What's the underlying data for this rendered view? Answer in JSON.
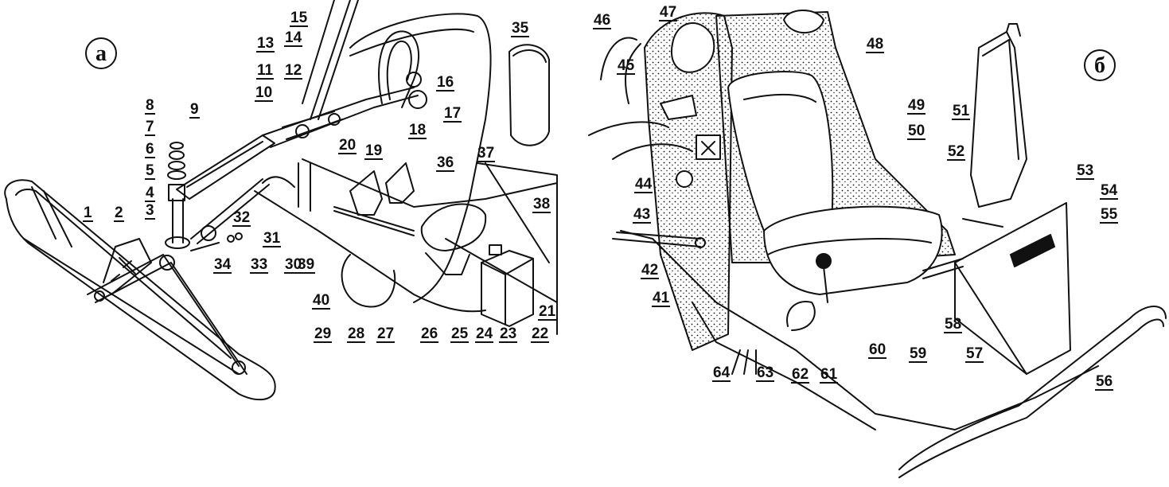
{
  "panels": {
    "left_letter": "а",
    "right_letter": "б"
  },
  "labels": [
    "1",
    "2",
    "3",
    "4",
    "5",
    "6",
    "7",
    "8",
    "9",
    "10",
    "11",
    "12",
    "13",
    "14",
    "15",
    "16",
    "17",
    "18",
    "19",
    "20",
    "21",
    "22",
    "23",
    "24",
    "25",
    "26",
    "27",
    "28",
    "29",
    "30",
    "31",
    "32",
    "33",
    "34",
    "35",
    "36",
    "37",
    "38",
    "39",
    "40",
    "41",
    "42",
    "43",
    "44",
    "45",
    "46",
    "47",
    "48",
    "49",
    "50",
    "51",
    "52",
    "53",
    "54",
    "55",
    "56",
    "57",
    "58",
    "59",
    "60",
    "61",
    "62",
    "63",
    "64"
  ],
  "colors": {
    "ink": "#111111",
    "paper": "#ffffff"
  }
}
